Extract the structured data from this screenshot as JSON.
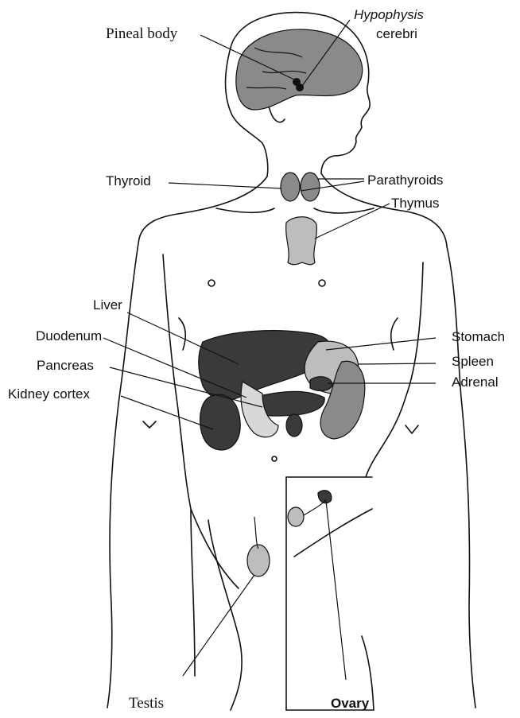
{
  "labels": {
    "pineal_body": "Pineal body",
    "hypophysis_line1": "Hypophysis",
    "hypophysis_line2": "cerebri",
    "thyroid": "Thyroid",
    "parathyroids": "Parathyroids",
    "thymus": "Thymus",
    "liver": "Liver",
    "duodenum": "Duodenum",
    "pancreas": "Pancreas",
    "kidney_cortex": "Kidney cortex",
    "stomach": "Stomach",
    "spleen": "Spleen",
    "adrenal": "Adrenal",
    "testis": "Testis",
    "ovary": "Ovary"
  }
}
